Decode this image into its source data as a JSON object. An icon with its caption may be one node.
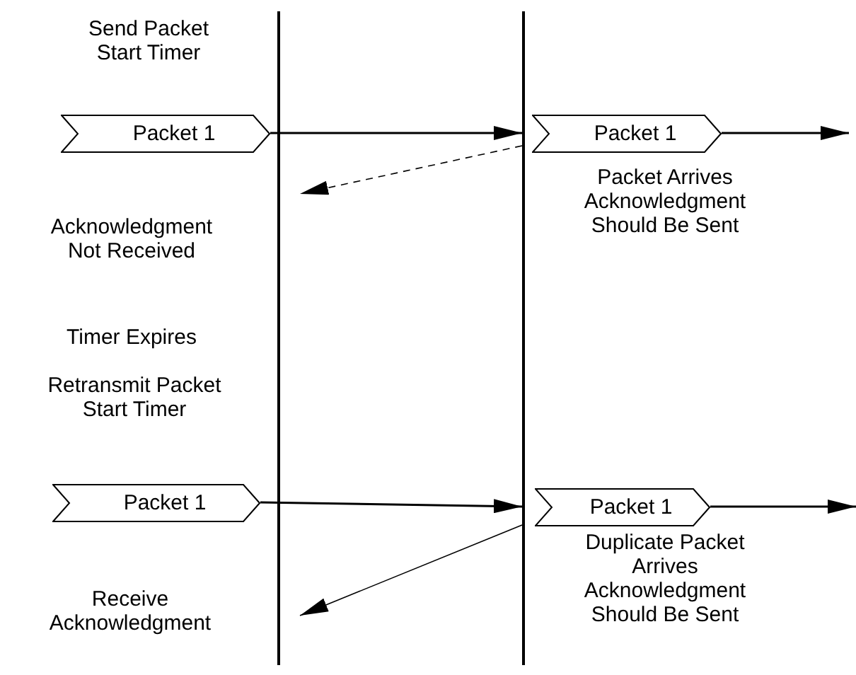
{
  "diagram": {
    "nodes": [
      {
        "text": [],
        "shape": "bar"
      },
      {
        "text": [],
        "shape": "bar"
      },
      {
        "text": [
          "Packet 1"
        ]
      },
      {
        "text": [
          "Packet 1"
        ]
      },
      {
        "text": [
          "Packet 1"
        ]
      },
      {
        "text": [
          "Packet 1"
        ]
      }
    ],
    "edges": [
      {
        "from": 2,
        "to": 1,
        "arrow": "to"
      },
      {
        "from": 1,
        "to": 0,
        "arrow": "to",
        "style": "dashed"
      },
      {
        "from": 3,
        "to": null,
        "arrow": "to"
      },
      {
        "from": 4,
        "to": 1,
        "arrow": "to"
      },
      {
        "from": 1,
        "to": 0,
        "arrow": "to"
      },
      {
        "from": 5,
        "to": null,
        "arrow": "to"
      }
    ],
    "labels": [
      "Send Packet Start Timer",
      "Packet Arrives Acknowledgment Should Be Sent",
      "Acknowledgment Not Received",
      "Timer Expires",
      "Retransmit Packet Start Timer",
      "Duplicate Packet Arrives Acknowledgment Should Be Sent",
      "Receive Acknowledgment"
    ]
  }
}
